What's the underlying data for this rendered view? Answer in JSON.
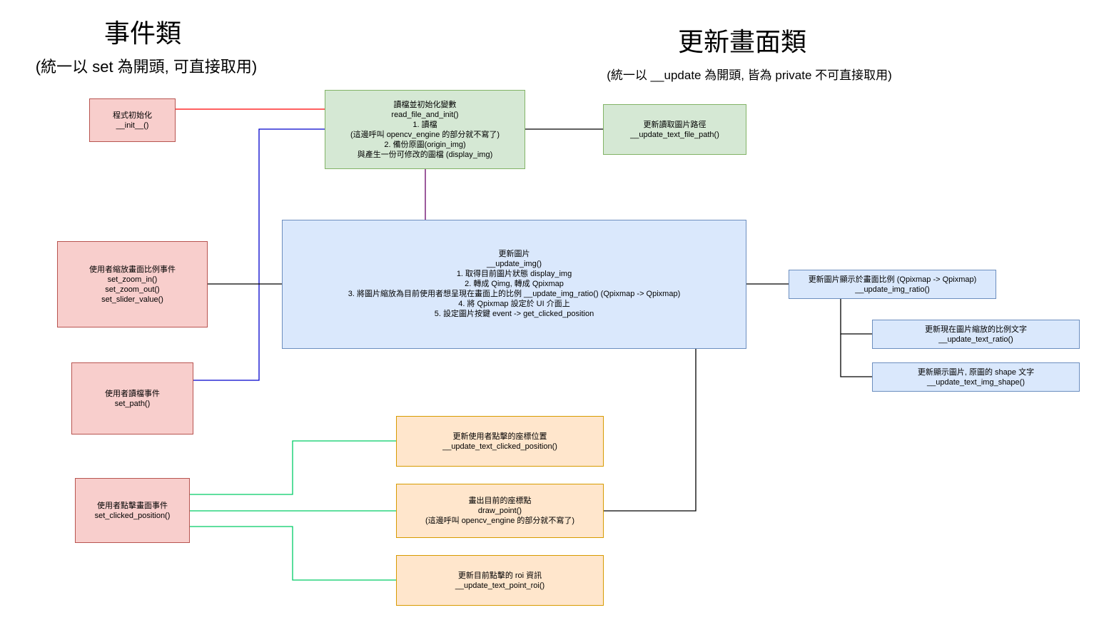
{
  "headers": {
    "events": {
      "title": "事件類",
      "subtitle": "(統一以 set 為開頭, 可直接取用)"
    },
    "updates": {
      "title": "更新畫面類",
      "subtitle": "(統一以 __update 為開頭, 皆為 private 不可直接取用)"
    }
  },
  "nodes": {
    "program_init": {
      "lines": [
        "程式初始化",
        "__init__()"
      ]
    },
    "zoom_event": {
      "lines": [
        "使用者縮放畫面比例事件",
        "set_zoom_in()",
        "set_zoom_out()",
        "set_slider_value()"
      ]
    },
    "read_event": {
      "lines": [
        "使用者讀檔事件",
        "set_path()"
      ]
    },
    "click_event": {
      "lines": [
        "使用者點擊畫面事件",
        "set_clicked_position()"
      ]
    },
    "read_file_and_init": {
      "lines": [
        "讀檔並初始化變數",
        "read_file_and_init()",
        "1. 讀檔",
        "(這邊呼叫 opencv_engine 的部分就不寫了)",
        "2. 備份原圖(origin_img)",
        "與產生一份可修改的圖檔 (display_img)"
      ]
    },
    "update_text_file_path": {
      "lines": [
        "更新讀取圖片路徑",
        "__update_text_file_path()"
      ]
    },
    "update_img": {
      "lines": [
        "更新圖片",
        "__update_img()",
        "1. 取得目前圖片狀態 display_img",
        "2. 轉成 Qimg, 轉成 Qpixmap",
        "3. 將圖片縮放為目前使用者想呈現在畫面上的比例 __update_img_ratio() (Qpixmap -> Qpixmap)",
        "4. 將 Qpixmap 設定於 UI 介面上",
        "5. 設定圖片按鍵 event -> get_clicked_position"
      ]
    },
    "update_img_ratio": {
      "lines": [
        "更新圖片顯示於畫面比例 (Qpixmap -> Qpixmap)",
        "__update_img_ratio()"
      ]
    },
    "update_text_ratio": {
      "lines": [
        "更新現在圖片縮放的比例文字",
        "__update_text_ratio()"
      ]
    },
    "update_text_img_shape": {
      "lines": [
        "更新顯示圖片, 原圖的 shape 文字",
        "__update_text_img_shape()"
      ]
    },
    "update_text_clicked_position": {
      "lines": [
        "更新使用者點擊的座標位置",
        "__update_text_clicked_position()"
      ]
    },
    "draw_point": {
      "lines": [
        "畫出目前的座標點",
        "draw_point()",
        "(這邊呼叫 opencv_engine 的部分就不寫了)"
      ]
    },
    "update_text_point_roi": {
      "lines": [
        "更新目前點擊的 roi 資訊",
        "__update_text_point_roi()"
      ]
    }
  },
  "edges": [
    {
      "from": "program_init",
      "to": "read_file_and_init",
      "color": "#ff0000"
    },
    {
      "from": "read_event",
      "to": "read_file_and_init",
      "color": "#0000cc"
    },
    {
      "from": "read_file_and_init",
      "to": "update_text_file_path",
      "color": "#000000"
    },
    {
      "from": "read_file_and_init",
      "to": "update_img",
      "color": "#660066"
    },
    {
      "from": "zoom_event",
      "to": "update_img",
      "color": "#000000"
    },
    {
      "from": "update_img",
      "to": "update_img_ratio",
      "color": "#000000"
    },
    {
      "from": "update_img_ratio",
      "to": "update_text_ratio",
      "color": "#000000"
    },
    {
      "from": "update_img_ratio",
      "to": "update_text_img_shape",
      "color": "#000000"
    },
    {
      "from": "click_event",
      "to": "update_text_clicked_position",
      "color": "#00cc66"
    },
    {
      "from": "click_event",
      "to": "draw_point",
      "color": "#00cc66"
    },
    {
      "from": "click_event",
      "to": "update_text_point_roi",
      "color": "#00cc66"
    },
    {
      "from": "draw_point",
      "to": "update_img",
      "color": "#000000"
    }
  ],
  "colors": {
    "event_fill": "#f8cecc",
    "event_stroke": "#b85450",
    "init_fill": "#d5e8d4",
    "init_stroke": "#82b366",
    "update_fill": "#dae8fc",
    "update_stroke": "#6c8ebf",
    "click_fill": "#ffe6cc",
    "click_stroke": "#d79b00"
  }
}
